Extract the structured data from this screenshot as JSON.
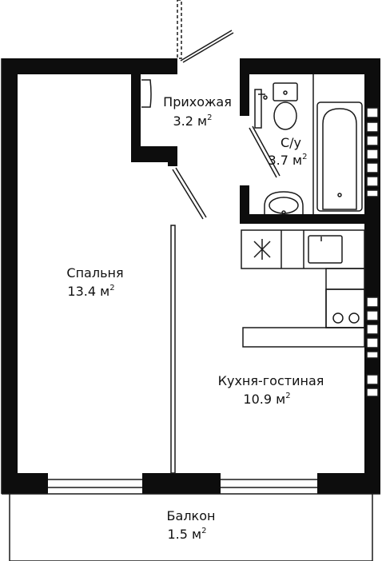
{
  "plan": {
    "rooms": [
      {
        "id": "hall",
        "name": "Прихожая",
        "area": "3.2 м",
        "unit_sup": "2"
      },
      {
        "id": "bath",
        "name": "С/у",
        "area": "3.7 м",
        "unit_sup": "2"
      },
      {
        "id": "bedroom",
        "name": "Спальня",
        "area": "13.4 м",
        "unit_sup": "2"
      },
      {
        "id": "living",
        "name": "Кухня-гостиная",
        "area": "10.9 м",
        "unit_sup": "2"
      },
      {
        "id": "balcony",
        "name": "Балкон",
        "area": "1.5 м",
        "unit_sup": "2"
      }
    ],
    "colors": {
      "wall": "#0d0d0d",
      "line": "#1a1a1a",
      "background": "#ffffff"
    }
  }
}
